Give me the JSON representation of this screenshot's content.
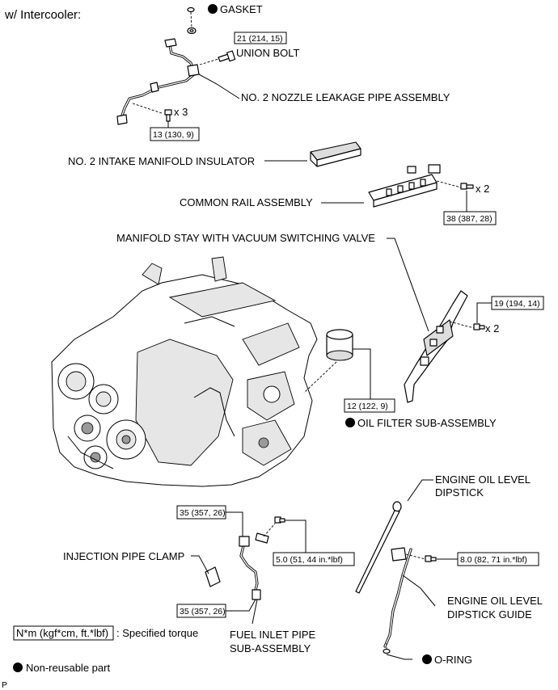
{
  "header": "w/ Intercooler:",
  "footer_code": "P",
  "labels": {
    "gasket": "GASKET",
    "union_bolt": "UNION BOLT",
    "nozzle_pipe": "NO. 2 NOZZLE LEAKAGE PIPE ASSEMBLY",
    "insulator": "NO. 2 INTAKE MANIFOLD INSULATOR",
    "common_rail": "COMMON RAIL ASSEMBLY",
    "manifold_stay": "MANIFOLD STAY WITH VACUUM SWITCHING VALVE",
    "oil_filter": "OIL FILTER SUB-ASSEMBLY",
    "dipstick_line1": "ENGINE OIL LEVEL",
    "dipstick_line2": "DIPSTICK",
    "injection_clamp": "INJECTION PIPE CLAMP",
    "guide_line1": "ENGINE OIL LEVEL",
    "guide_line2": "DIPSTICK GUIDE",
    "fuel_pipe_line1": "FUEL INLET PIPE",
    "fuel_pipe_line2": "SUB-ASSEMBLY",
    "oring": "O-RING"
  },
  "torques": {
    "union_bolt": "21 (214, 15)",
    "nozzle_pipe": "13 (130, 9)",
    "common_rail": "38 (387, 28)",
    "manifold_stay": "19 (194, 14)",
    "oil_filter": "12 (122, 9)",
    "fuel_top": "35 (357, 26)",
    "fuel_bottom": "35 (357, 26)",
    "clamp_bolt": "5.0 (51, 44 in.*lbf)",
    "guide_bolt": "8.0 (82, 71 in.*lbf)"
  },
  "quantities": {
    "nozzle_pipe": "x 3",
    "common_rail": "x 2",
    "manifold_stay": "x 2"
  },
  "legend": {
    "torque_box": "N*m (kgf*cm, ft.*lbf)",
    "torque_text": ": Specified torque",
    "nonreusable_text": "Non-reusable part"
  }
}
